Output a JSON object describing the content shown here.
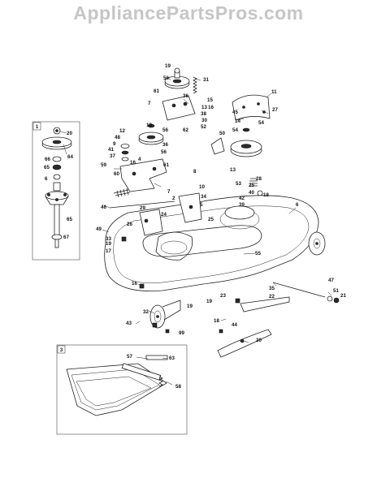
{
  "header": {
    "watermark": "AppliancePartsPros.com"
  },
  "insets": [
    {
      "id": "inset-1",
      "label": "1"
    },
    {
      "id": "inset-3",
      "label": "3"
    }
  ],
  "callouts": {
    "c19a": "19",
    "c56a": "56",
    "c31": "31",
    "c61a": "61",
    "c36a": "36",
    "c15": "15",
    "c11": "11",
    "c7a": "7",
    "c13a": "13",
    "c16a": "16",
    "c38a": "38",
    "c45": "45",
    "c27": "27",
    "c30": "30",
    "c52": "52",
    "c62": "62",
    "c50": "50",
    "c54a": "54",
    "c14": "14",
    "c54b": "54",
    "c20a": "20",
    "c64": "64",
    "c66": "66",
    "c65a": "65",
    "c6a": "6",
    "c65b": "65",
    "c67": "67",
    "c12": "12",
    "c48": "48",
    "c9": "9",
    "c41": "41",
    "c37": "37",
    "c19b": "19",
    "c59": "59",
    "c60": "60",
    "c56b": "56",
    "c36b": "36",
    "c56c": "56",
    "c4": "4",
    "c16b": "16",
    "c61b": "61",
    "c13b": "13",
    "c8": "8",
    "c53": "53",
    "c28": "28",
    "c25a": "25",
    "c40": "40",
    "c18a": "18",
    "c46": "46",
    "c7b": "7",
    "c2": "2",
    "c34": "34",
    "c5": "5",
    "c10": "10",
    "c29": "29",
    "c24": "24",
    "c49": "49",
    "c26": "26",
    "c33": "33",
    "c19c": "19",
    "c17": "17",
    "c25b": "25",
    "c42": "42",
    "c39": "39",
    "c6b": "6",
    "c55": "55",
    "c35": "35",
    "c22": "22",
    "c47": "47",
    "c51": "51",
    "c21": "21",
    "c16c": "16",
    "c32": "32",
    "c19d": "19",
    "c23": "23",
    "c19e": "19",
    "c18b": "18",
    "c44": "44",
    "c20b": "20",
    "c43": "43",
    "c99": "99",
    "c57": "57",
    "c63": "63",
    "c58": "58"
  }
}
